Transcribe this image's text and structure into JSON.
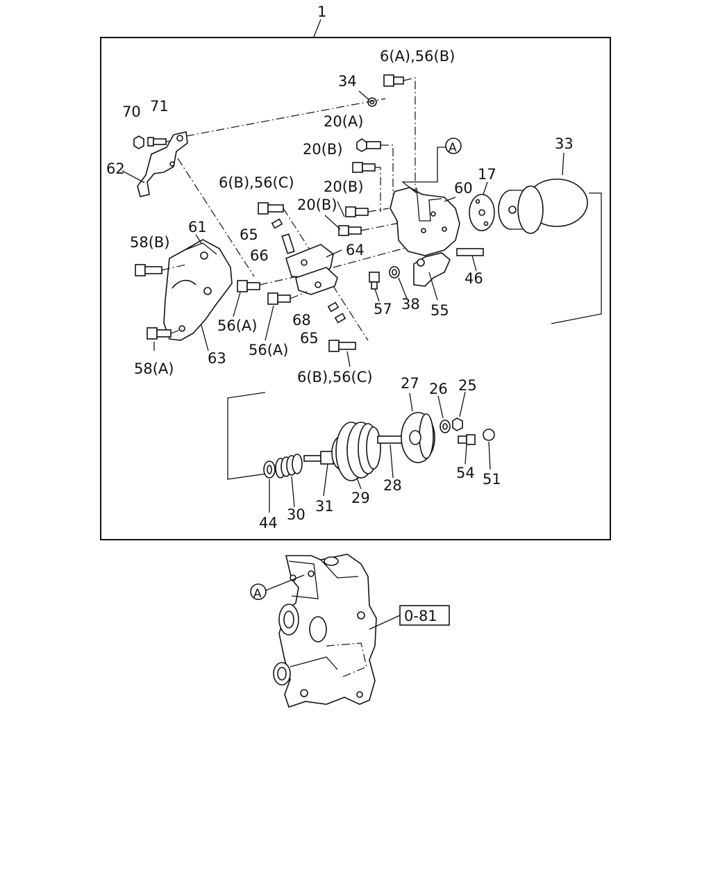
{
  "assembly_number": "1",
  "reference_box": "0-81",
  "reference_marker": "A",
  "callouts": [
    {
      "id": "c-6a56b",
      "text": "6(A),56(B)"
    },
    {
      "id": "c-34",
      "text": "34"
    },
    {
      "id": "c-70",
      "text": "70"
    },
    {
      "id": "c-71",
      "text": "71"
    },
    {
      "id": "c-20a",
      "text": "20(A)"
    },
    {
      "id": "c-20b-1",
      "text": "20(B)"
    },
    {
      "id": "c-20b-2",
      "text": "20(B)"
    },
    {
      "id": "c-20b-3",
      "text": "20(B)"
    },
    {
      "id": "c-33",
      "text": "33"
    },
    {
      "id": "c-17",
      "text": "17"
    },
    {
      "id": "c-60",
      "text": "60"
    },
    {
      "id": "c-62",
      "text": "62"
    },
    {
      "id": "c-6b56c-top",
      "text": "6(B),56(C)"
    },
    {
      "id": "c-61",
      "text": "61"
    },
    {
      "id": "c-58b",
      "text": "58(B)"
    },
    {
      "id": "c-65-top",
      "text": "65"
    },
    {
      "id": "c-66",
      "text": "66"
    },
    {
      "id": "c-64",
      "text": "64"
    },
    {
      "id": "c-46",
      "text": "46"
    },
    {
      "id": "c-57",
      "text": "57"
    },
    {
      "id": "c-38",
      "text": "38"
    },
    {
      "id": "c-55",
      "text": "55"
    },
    {
      "id": "c-56a-1",
      "text": "56(A)"
    },
    {
      "id": "c-68",
      "text": "68"
    },
    {
      "id": "c-65-bot",
      "text": "65"
    },
    {
      "id": "c-56a-2",
      "text": "56(A)"
    },
    {
      "id": "c-58a",
      "text": "58(A)"
    },
    {
      "id": "c-63",
      "text": "63"
    },
    {
      "id": "c-6b56c-bot",
      "text": "6(B),56(C)"
    },
    {
      "id": "c-27",
      "text": "27"
    },
    {
      "id": "c-26",
      "text": "26"
    },
    {
      "id": "c-25",
      "text": "25"
    },
    {
      "id": "c-54",
      "text": "54"
    },
    {
      "id": "c-51",
      "text": "51"
    },
    {
      "id": "c-28",
      "text": "28"
    },
    {
      "id": "c-29",
      "text": "29"
    },
    {
      "id": "c-31",
      "text": "31"
    },
    {
      "id": "c-30",
      "text": "30"
    },
    {
      "id": "c-44",
      "text": "44"
    }
  ]
}
